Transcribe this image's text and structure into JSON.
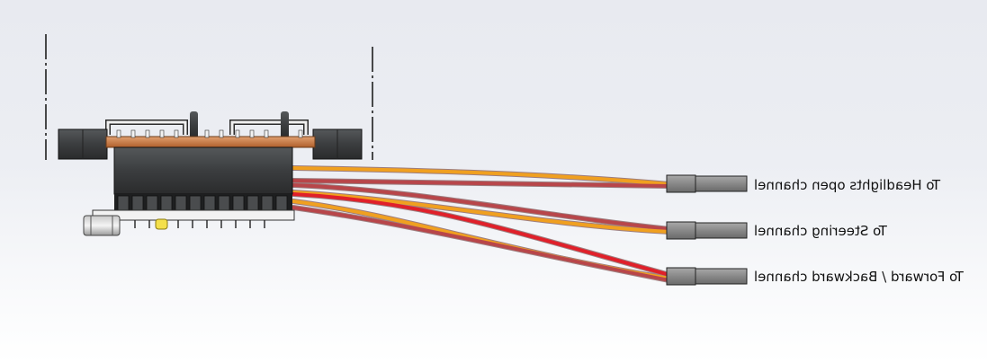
{
  "labels": {
    "headlights": "To Headlights open channel",
    "steering": "To Steering channel",
    "forward_backward": "To Forward / Backward channel"
  },
  "colors": {
    "wire_red": "#b8464a",
    "wire_bright_red": "#e0202a",
    "wire_orange": "#f0a020",
    "pcb_orange": "#c8743c",
    "body_dark": "#3a3c3e",
    "connector_gray": "#8a8a8a"
  },
  "text_orientation": "mirrored"
}
